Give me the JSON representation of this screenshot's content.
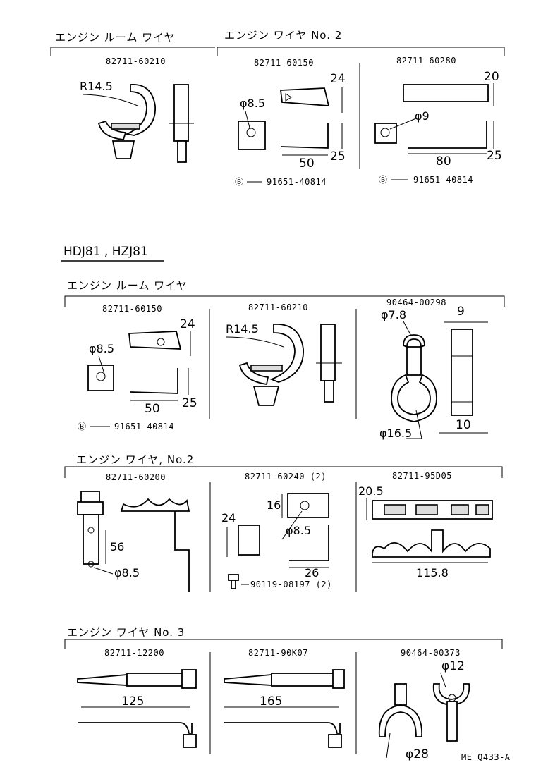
{
  "sections": {
    "top_left_heading": "エンジン ルーム ワイヤ",
    "top_right_heading": "エンジン ワイヤ No. 2",
    "model_heading": "HDJ81 , HZJ81",
    "mid_heading": "エンジン ルーム ワイヤ",
    "wire2_heading": "エンジン ワイヤ, No.2",
    "wire3_heading": "エンジン ワイヤ No. 3"
  },
  "top": {
    "p1": {
      "part_no": "82711-60210",
      "r": "R14.5"
    },
    "p2": {
      "part_no": "82711-60150",
      "d": "φ8.5",
      "h": "24",
      "w": "50",
      "h2": "25",
      "bolt_mark": "Ⓑ",
      "bolt": "91651-40814"
    },
    "p3": {
      "part_no": "82711-60280",
      "d": "φ9",
      "h": "20",
      "w": "80",
      "h2": "25",
      "bolt_mark": "Ⓑ",
      "bolt": "91651-40814"
    }
  },
  "mid": {
    "p1": {
      "part_no": "82711-60150",
      "d": "φ8.5",
      "h": "24",
      "w": "50",
      "h2": "25",
      "bolt_mark": "Ⓑ",
      "bolt": "91651-40814"
    },
    "p2": {
      "part_no": "82711-60210",
      "r": "R14.5"
    },
    "p3": {
      "part_no": "90464-00298",
      "d1": "φ7.8",
      "d2": "φ16.5",
      "w1": "9",
      "w2": "10"
    }
  },
  "wire2": {
    "p1": {
      "part_no": "82711-60200",
      "h": "56",
      "d": "φ8.5"
    },
    "p2": {
      "part_no": "82711-60240 (2)",
      "h1": "24",
      "h2": "16",
      "d": "φ8.5",
      "w": "26",
      "bolt": "90119-08197 (2)"
    },
    "p3": {
      "part_no": "82711-95D05",
      "h": "20.5",
      "w": "115.8"
    }
  },
  "wire3": {
    "p1": {
      "part_no": "82711-12200",
      "w": "125"
    },
    "p2": {
      "part_no": "82711-90K07",
      "w": "165"
    },
    "p3": {
      "part_no": "90464-00373",
      "d1": "φ12",
      "d2": "φ28"
    }
  },
  "ref": "ME  Q433-A"
}
